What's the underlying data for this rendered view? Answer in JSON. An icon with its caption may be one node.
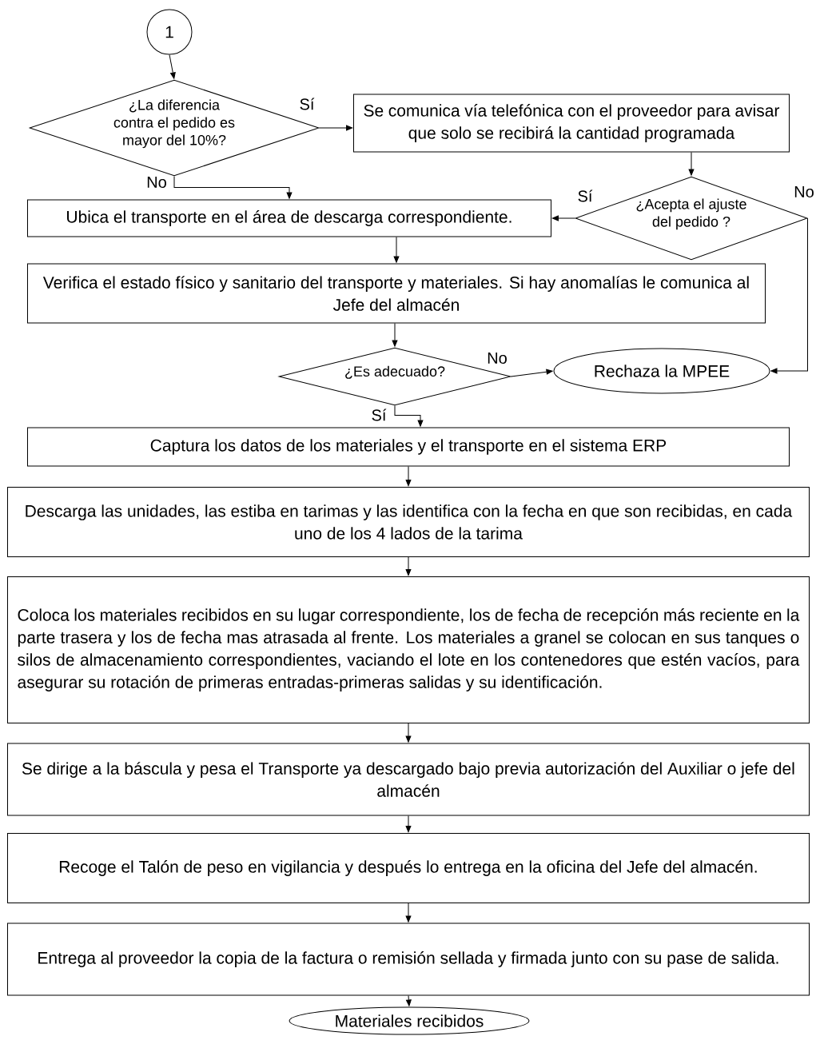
{
  "diagram": {
    "nodes": [
      {
        "text": [
          "1"
        ]
      },
      {
        "text": [
          "¿La diferencia contra el pedido es mayor del 10%?"
        ]
      },
      {
        "text": [
          "Se comunica vía telefónica con el proveedor para avisar que solo se recibirá la cantidad programada"
        ]
      },
      {
        "text": [
          "¿Acepta el ajuste del pedido ?"
        ]
      },
      {
        "text": [
          "Ubica el transporte en el área de descarga correspondiente."
        ]
      },
      {
        "text": [
          "Verifica el estado físico y sanitario del transporte y materiales. Si hay anomalías le comunica al Jefe del almacén"
        ]
      },
      {
        "text": [
          "¿Es adecuado?"
        ]
      },
      {
        "text": [
          "Rechaza la MPEE"
        ]
      },
      {
        "text": [
          "Captura los datos de los materiales y el transporte en el sistema ERP"
        ]
      },
      {
        "text": [
          "Descarga las unidades, las estiba en tarimas y las identifica con la fecha en que son recibidas, en cada uno de los 4 lados de la tarima"
        ]
      },
      {
        "text": [
          "Coloca los materiales recibidos en su lugar correspondiente, los de fecha de recepción más reciente en la parte trasera y los de fecha mas atrasada al frente. Los materiales a granel se colocan en sus tanques o silos de almacenamiento correspondientes, vaciando el lote en los contenedores que estén vacíos, para asegurar su rotación de primeras entradas-primeras salidas y su identificación."
        ]
      },
      {
        "text": [
          "Se dirige a la báscula y pesa el Transporte ya descargado bajo previa autorización del Auxiliar o jefe del almacén"
        ]
      },
      {
        "text": [
          "Recoge el Talón de peso en vigilancia y después lo entrega en la oficina del Jefe del almacén."
        ]
      },
      {
        "text": [
          "Entrega al proveedor la copia de la factura o remisión sellada y firmada junto con su pase de salida."
        ]
      },
      {
        "text": [
          "Materiales recibidos"
        ]
      }
    ],
    "edges": [
      {
        "from": 0,
        "to": 1,
        "arrow": "to"
      },
      {
        "from": 1,
        "to": 2,
        "arrow": "to",
        "label": "Sí"
      },
      {
        "from": 1,
        "to": 4,
        "arrow": "to",
        "label": "No"
      },
      {
        "from": 2,
        "to": 3,
        "arrow": "to"
      },
      {
        "from": 3,
        "to": 4,
        "arrow": "to",
        "label": "Sí"
      },
      {
        "from": 3,
        "to": 7,
        "arrow": "to",
        "label": "No"
      },
      {
        "from": 4,
        "to": 5,
        "arrow": "to"
      },
      {
        "from": 5,
        "to": 6,
        "arrow": "to"
      },
      {
        "from": 6,
        "to": 7,
        "arrow": "to",
        "label": "No"
      },
      {
        "from": 6,
        "to": 8,
        "arrow": "to",
        "label": "Sí"
      },
      {
        "from": 8,
        "to": 9,
        "arrow": "to"
      },
      {
        "from": 9,
        "to": 10,
        "arrow": "to"
      },
      {
        "from": 10,
        "to": 11,
        "arrow": "to"
      },
      {
        "from": 11,
        "to": 12,
        "arrow": "to"
      },
      {
        "from": 12,
        "to": 13,
        "arrow": "to"
      },
      {
        "from": 13,
        "to": 14,
        "arrow": "to"
      }
    ]
  }
}
